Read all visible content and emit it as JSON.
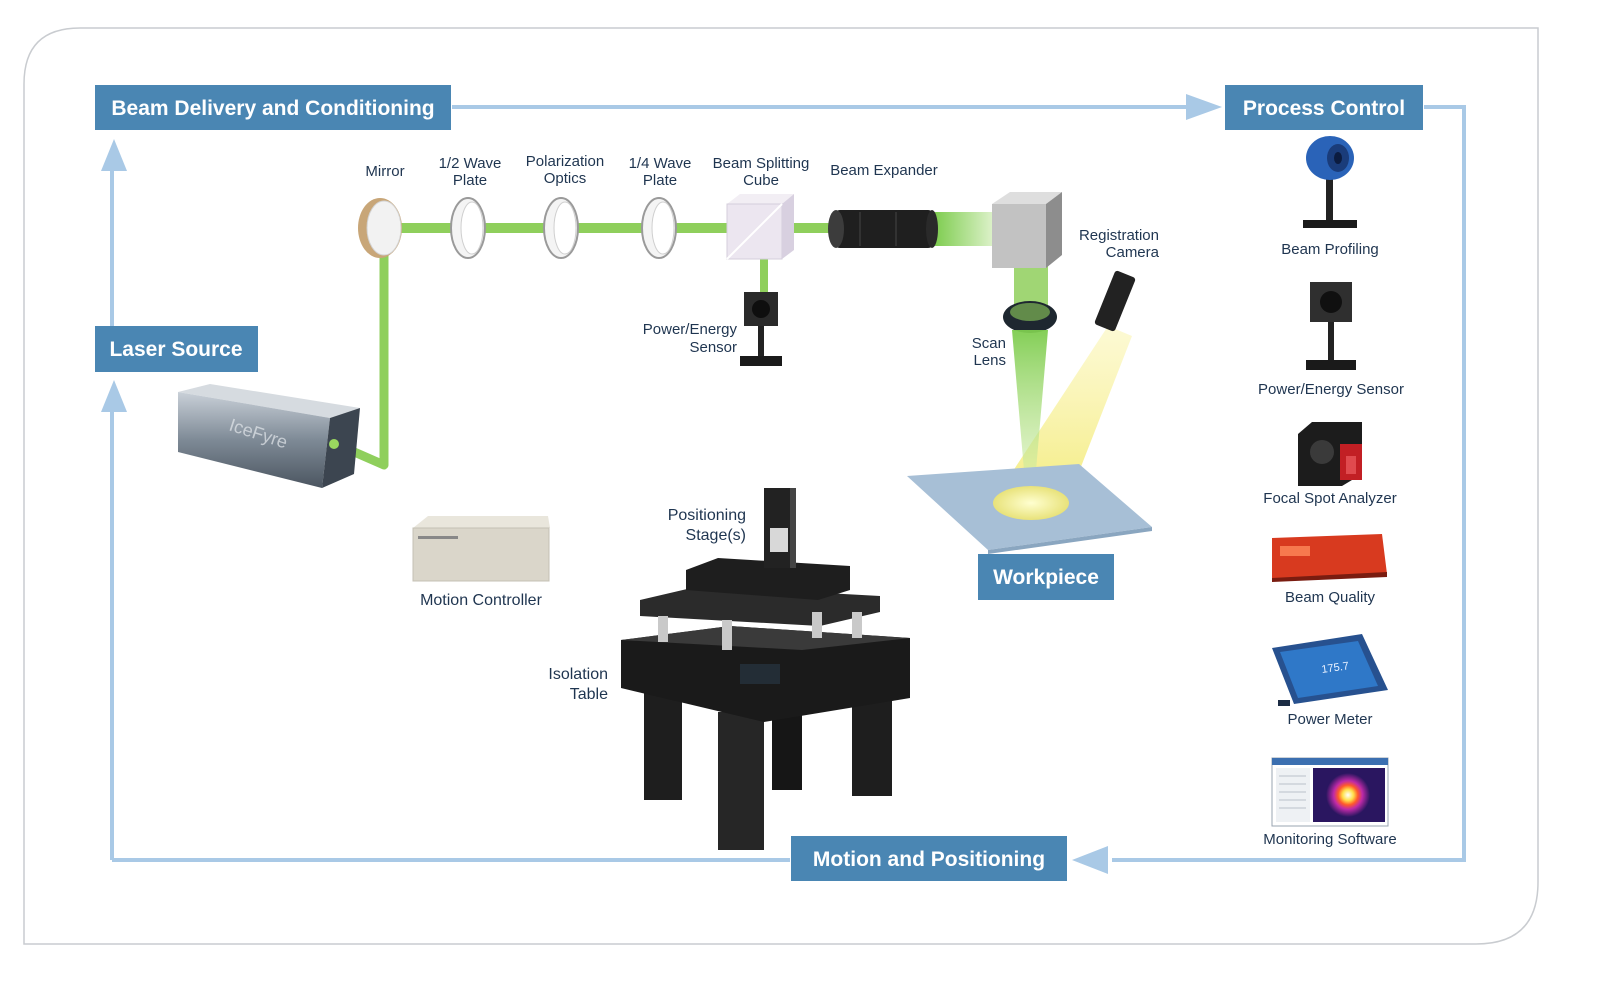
{
  "headers": {
    "beam_delivery": "Beam Delivery and Conditioning",
    "process_control": "Process Control",
    "laser_source": "Laser Source",
    "workpiece": "Workpiece",
    "motion_positioning": "Motion and Positioning"
  },
  "beam_path": {
    "mirror": "Mirror",
    "half_wave_1": "1/2 Wave",
    "half_wave_2": "Plate",
    "polarization_1": "Polarization",
    "polarization_2": "Optics",
    "quarter_wave_1": "1/4 Wave",
    "quarter_wave_2": "Plate",
    "splitter_1": "Beam Splitting",
    "splitter_2": "Cube",
    "expander": "Beam Expander",
    "sensor_1": "Power/Energy",
    "sensor_2": "Sensor",
    "scan_1": "Scan",
    "scan_2": "Lens",
    "camera_1": "Registration",
    "camera_2": "Camera"
  },
  "laser_device": {
    "brand": "IceFyre"
  },
  "process_control_items": {
    "beam_profiling": "Beam Profiling",
    "power_energy_sensor": "Power/Energy Sensor",
    "focal_spot": "Focal Spot Analyzer",
    "beam_quality": "Beam Quality",
    "power_meter": "Power Meter",
    "power_meter_reading": "175.7",
    "monitoring_software": "Monitoring Software"
  },
  "motion": {
    "controller": "Motion Controller",
    "stages_1": "Positioning",
    "stages_2": "Stage(s)",
    "table_1": "Isolation",
    "table_2": "Table"
  },
  "colors": {
    "header_bg": "#4a86b3",
    "flow_arrow": "#a9c9e6",
    "beam_green": "#8fcf5c",
    "frame": "#c9ccd0"
  }
}
